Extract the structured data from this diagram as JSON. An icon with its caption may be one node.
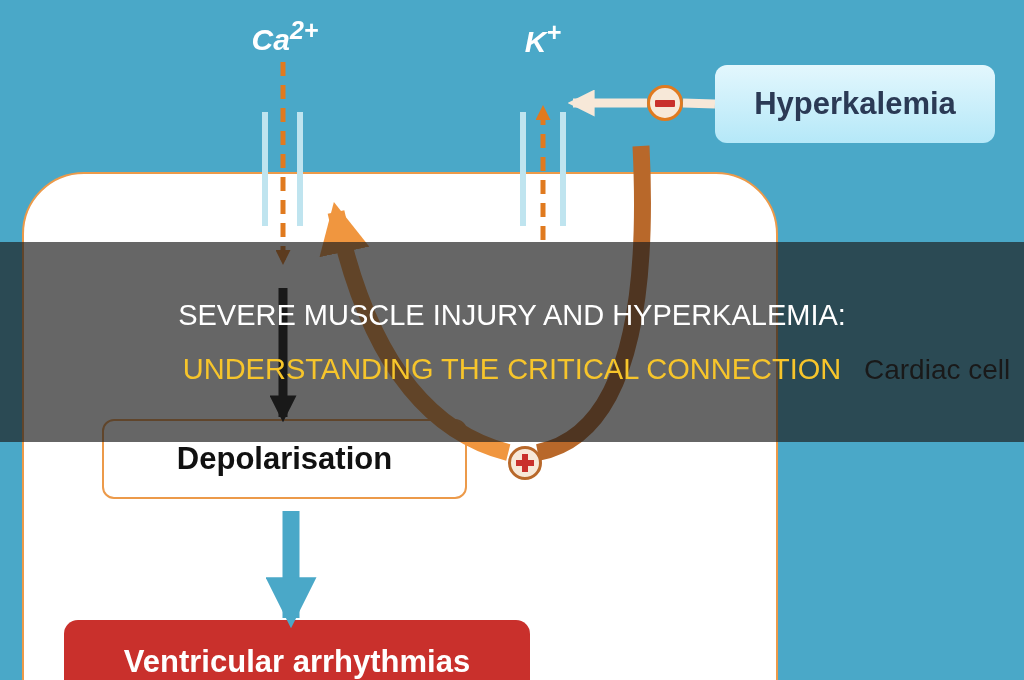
{
  "diagram": {
    "title": "SEVERE MUSCLE INJURY AND HYPERKALEMIA: UNDERSTANDING THE CRITICAL CONNECTION",
    "nodes": [
      {
        "text": [
          "Cardiac cell"
        ]
      },
      {
        "text": [
          "Ca$^{2+}$"
        ]
      },
      {
        "text": [
          "K$^{+}$"
        ]
      },
      {
        "text": [
          "Hyperkalemia"
        ]
      },
      {
        "text": [],
        "shape": "circle"
      },
      {
        "text": [],
        "shape": "circle",
        "in": 0
      },
      {
        "text": [
          "Depolarisation"
        ],
        "in": 0
      },
      {
        "text": [
          "Ventricular arrhythmias"
        ],
        "in": 0
      }
    ],
    "edges": [
      {
        "from": 1,
        "to": null,
        "arrow": "to",
        "style": "dashed",
        "color": "#e07a1f"
      },
      {
        "from": null,
        "to": 2,
        "arrow": "to",
        "style": "dashed",
        "color": "#e07a1f"
      },
      {
        "from": 3,
        "to": 4,
        "arrow": "none",
        "color": "#f7e8d8"
      },
      {
        "from": 4,
        "to": 2,
        "arrow": "to",
        "color": "#f7e8d8"
      },
      {
        "from": null,
        "to": 5,
        "arrow": "none",
        "style": "thick",
        "color": "#b8682a"
      },
      {
        "from": 5,
        "to": null,
        "arrow": "to",
        "style": "thick",
        "color": "#f0963f"
      },
      {
        "from": null,
        "to": 6,
        "arrow": "to",
        "color": "#111111"
      },
      {
        "from": 6,
        "to": 7,
        "arrow": "to",
        "style": "thick",
        "color": "#4aa8c8"
      }
    ]
  }
}
